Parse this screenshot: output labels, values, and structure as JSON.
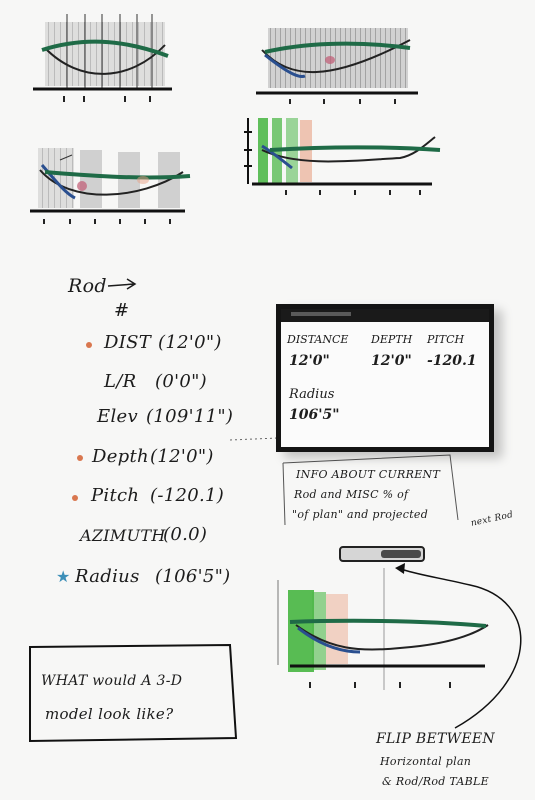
{
  "list": {
    "header": "Rod",
    "hash": "#",
    "items": [
      {
        "name": "DIST",
        "value": "(12'0\")",
        "dot": "#d9774f"
      },
      {
        "name": "L/R",
        "value": "(0'0\")",
        "dot": ""
      },
      {
        "name": "Elev",
        "value": "(109'11\")",
        "dot": ""
      },
      {
        "name": "Depth",
        "value": "(12'0\")",
        "dot": "#d9774f"
      },
      {
        "name": "Pitch",
        "value": "(-120.1)",
        "dot": "#d9774f"
      },
      {
        "name": "AZIMUTH",
        "value": "(0.0)",
        "dot": ""
      },
      {
        "name": "Radius",
        "value": "(106'5\")",
        "marker": "star",
        "dot": "#3d8fb8"
      }
    ]
  },
  "panel": {
    "col1_label": "DISTANCE",
    "col2_label": "DEPTH",
    "col3_label": "PITCH",
    "col1_value": "12'0\"",
    "col2_value": "12'0\"",
    "col3_value": "-120.1",
    "radius_label": "Radius",
    "radius_value": "106'5\""
  },
  "info_note": {
    "line1": "INFO ABOUT CURRENT",
    "line2": "Rod and MISC % of",
    "line3": "\"of plan\" and projected",
    "aside": "next Rod"
  },
  "question": {
    "line1": "WHAT would A 3-D",
    "line2": "model look like?"
  },
  "flip_note": {
    "line1": "FLIP BETWEEN",
    "line2": "Horizontal plan",
    "line3": "& Rod/Rod TABLE"
  },
  "colors": {
    "green_line": "#1f6b47",
    "blue_line": "#2a4f8f",
    "green_fill": "#4fb84a",
    "orange_fill": "#e8a286",
    "gray_fill": "#9a9a9a",
    "ink": "#1c1c1c",
    "dot": "#d9774f"
  }
}
